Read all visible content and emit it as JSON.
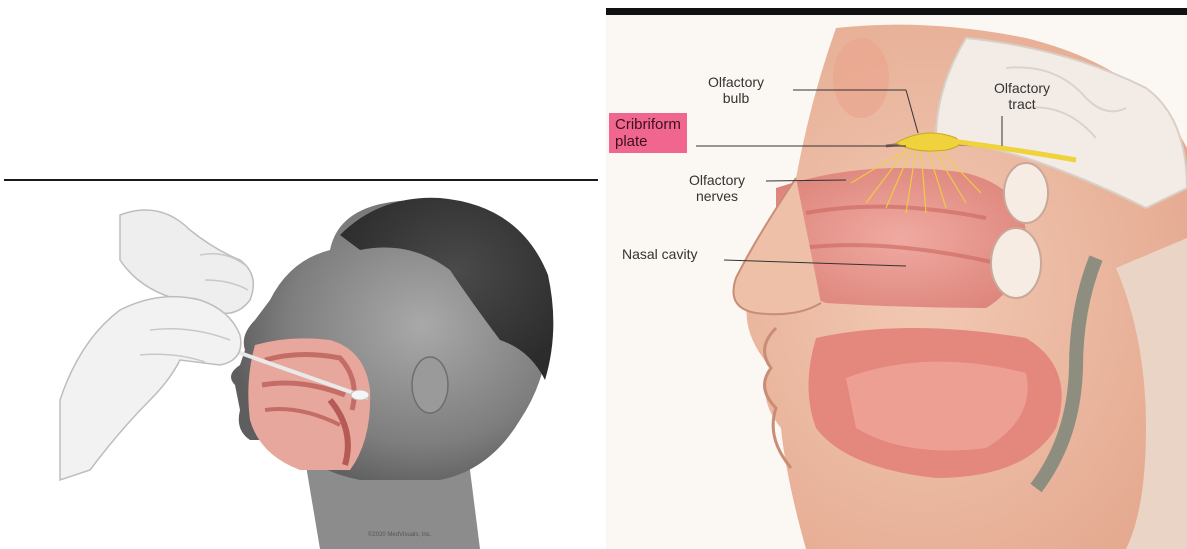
{
  "left_illustration": {
    "copyright": "©2020 MedVisuals, Inc."
  },
  "right_illustration": {
    "labels": {
      "cribriform_plate": "Cribriform\nplate",
      "olfactory_bulb": "Olfactory\nbulb",
      "olfactory_tract": "Olfactory\ntract",
      "olfactory_nerves": "Olfactory\nnerves",
      "nasal_cavity": "Nasal cavity"
    }
  },
  "colors": {
    "highlight": "#f0668e",
    "tissue_pink": "#e58f8a",
    "nerve_yellow": "#f0d23c"
  }
}
